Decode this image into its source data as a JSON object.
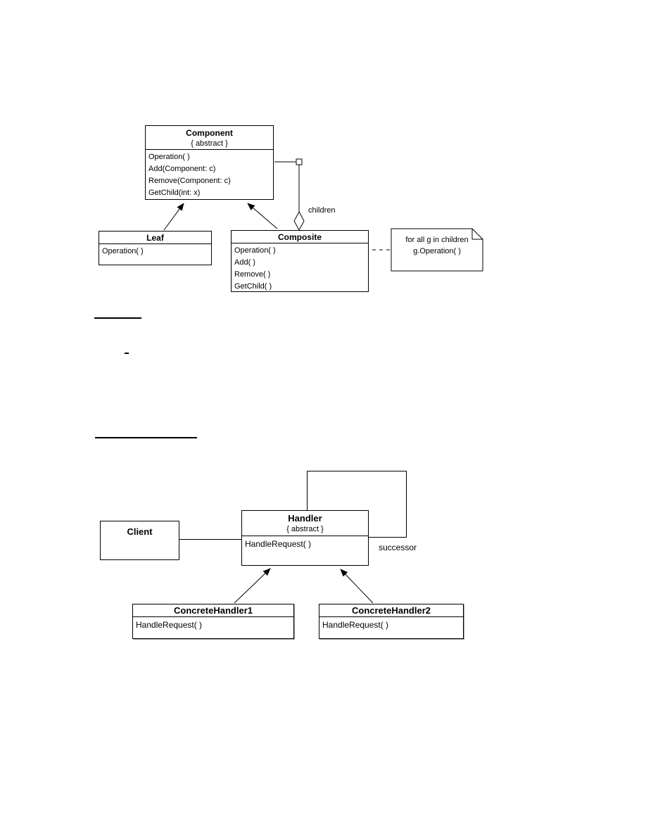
{
  "colors": {
    "line": "#000000",
    "text": "#000000",
    "background": "#ffffff",
    "shadow": "#9a9a9a"
  },
  "composite_diagram": {
    "component": {
      "title": "Component",
      "stereotype": "{ abstract }",
      "methods": [
        "Operation( )",
        "Add(Component: c)",
        "Remove(Component: c)",
        "GetChild(int: x)"
      ]
    },
    "leaf": {
      "title": "Leaf",
      "methods": [
        "Operation( )"
      ]
    },
    "composite": {
      "title": "Composite",
      "methods": [
        "Operation( )",
        "Add( )",
        "Remove( )",
        "GetChild( )"
      ]
    },
    "aggregation_label": "children",
    "note": {
      "line1": "for all g in children",
      "line2": "g.Operation( )"
    }
  },
  "chain_diagram": {
    "client": {
      "title": "Client"
    },
    "handler": {
      "title": "Handler",
      "stereotype": "{ abstract }",
      "methods": [
        "HandleRequest( )"
      ]
    },
    "concrete_handler_1": {
      "title": "ConcreteHandler1",
      "methods": [
        "HandleRequest( )"
      ]
    },
    "concrete_handler_2": {
      "title": "ConcreteHandler2",
      "methods": [
        "HandleRequest( )"
      ]
    },
    "association_label": "successor"
  }
}
